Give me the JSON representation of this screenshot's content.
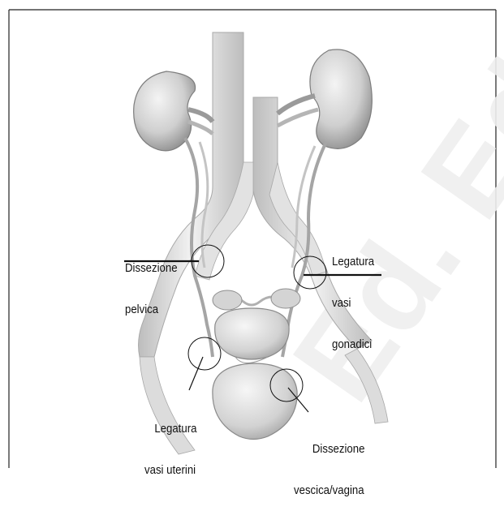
{
  "labels": {
    "dissezione_pelvica": [
      "Dissezione",
      "pelvica"
    ],
    "legatura_vasi_gonadici": [
      "Legatura",
      "vasi",
      "gonadici"
    ],
    "legatura_vasi_uterini": [
      "Legatura",
      "vasi uterini"
    ],
    "dissezione_vescica_vagina": [
      "Dissezione",
      "vescica/vagina"
    ]
  },
  "watermark": "Ed. Edizioni",
  "colors": {
    "ink": "#111111",
    "organ": "#d9d9d9",
    "organ_dark": "#9a9a9a",
    "watermark": "#efefef"
  }
}
